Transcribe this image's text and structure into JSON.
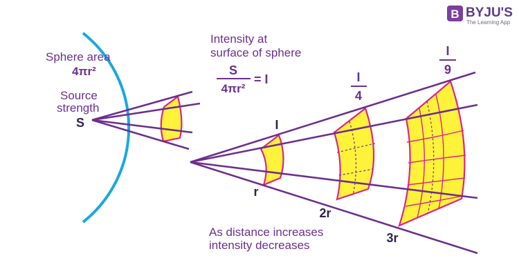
{
  "logo": {
    "brand_text": "BYJU'S",
    "tagline": "The Learning App",
    "badge_letter": "B",
    "color": "#7b3fa0"
  },
  "labels": {
    "sphere_area_title": "Sphere area",
    "sphere_area_formula": "4πr²",
    "source_strength_line1": "Source",
    "source_strength_line2": "strength",
    "source_symbol": "S",
    "intensity_title_line1": "Intensity at",
    "intensity_title_line2": "surface of sphere",
    "formula_numerator": "S",
    "formula_denominator": "4πr²",
    "formula_result": "= I",
    "patch1_intensity": "I",
    "patch2_numerator": "I",
    "patch2_denominator": "4",
    "patch3_numerator": "I",
    "patch3_denominator": "9",
    "distance_r": "r",
    "distance_2r": "2r",
    "distance_3r": "3r",
    "caption_line1": "As distance increases",
    "caption_line2": "intensity decreases"
  },
  "colors": {
    "ray": "#6b2f8f",
    "sphere_arc": "#1aa7e0",
    "patch_fill": "#fff23a",
    "patch_stroke": "#e0218a",
    "text_purple": "#6b2f8f",
    "text_dark": "#2b2350"
  }
}
